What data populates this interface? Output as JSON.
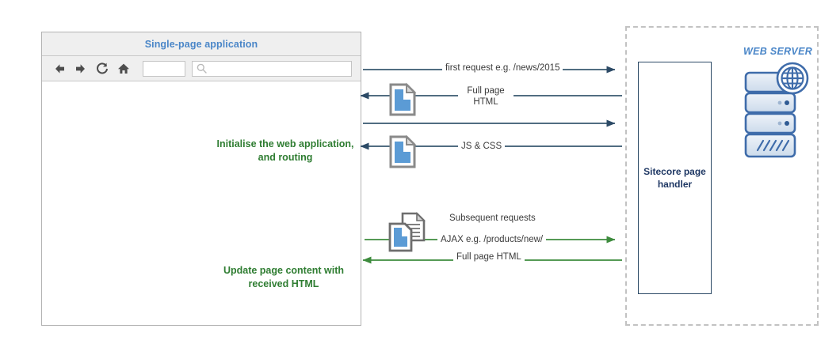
{
  "spa": {
    "title": "Single-page application",
    "toolbar": {
      "back_icon": "arrow-left-icon",
      "forward_icon": "arrow-right-icon",
      "reload_icon": "reload-icon",
      "home_icon": "home-icon",
      "address_value": "",
      "search_value": "",
      "search_icon": "magnifier-icon"
    },
    "notes": {
      "initialise": "Initialise the web application, and routing",
      "update": "Update page content with received HTML"
    }
  },
  "server": {
    "label": "WEB SERVER",
    "handler": "Sitecore page handler",
    "stack_icon": "server-stack-icon",
    "globe_icon": "globe-icon"
  },
  "flows": {
    "first_request": "first request e.g. /news/2015",
    "full_page_html": "Full page HTML",
    "js_css": "JS & CSS",
    "subsequent_requests": "Subsequent requests",
    "ajax_request": "AJAX e.g. /products/new/",
    "full_page_html_2": "Full page HTML"
  },
  "icons": {
    "doc_response_1": "document-icon",
    "doc_response_2": "document-icon",
    "doc_response_3": "documents-stack-icon"
  },
  "colors": {
    "brand_blue": "#4a86c8",
    "arrow_blue": "#2c4a66",
    "arrow_green": "#3d8b3d",
    "note_green": "#2f7d32",
    "handler_navy": "#1f3864",
    "chrome_grey": "#efefef",
    "dashed_grey": "#c2c2c2"
  }
}
